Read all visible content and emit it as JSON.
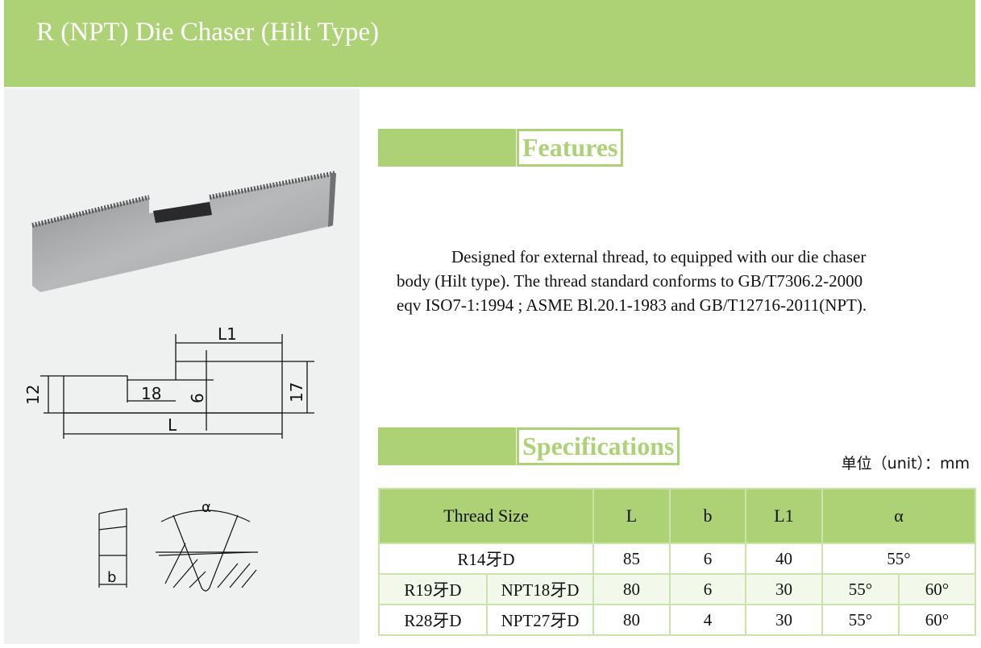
{
  "header": {
    "title": "R (NPT) Die Chaser (Hilt Type)"
  },
  "drawing": {
    "dim_L1": "L1",
    "dim_L": "L",
    "dim_12": "12",
    "dim_18": "18",
    "dim_6": "6",
    "dim_17": "17",
    "dim_b": "b",
    "dim_alpha": "α"
  },
  "features": {
    "heading": "Features",
    "lines": [
      "Designed for external thread, to equipped with our die chaser",
      "body (Hilt type). The thread standard conforms to GB/T7306.2-2000",
      "eqv ISO7-1:1994 ; ASME Bl.20.1-1983 and GB/T12716-2011(NPT)."
    ]
  },
  "specs": {
    "heading": "Specifications",
    "unit": "单位（unit）：mm",
    "columns": [
      "Thread Size",
      "L",
      "b",
      "L1",
      "α"
    ],
    "rows": [
      {
        "size": "R14牙D",
        "L": "85",
        "b": "6",
        "L1": "40",
        "alpha": "55°"
      },
      {
        "r": "R19牙D",
        "npt": "NPT18牙D",
        "L": "80",
        "b": "6",
        "L1": "30",
        "a1": "55°",
        "a2": "60°"
      },
      {
        "r": "R28牙D",
        "npt": "NPT27牙D",
        "L": "80",
        "b": "4",
        "L1": "30",
        "a1": "55°",
        "a2": "60°"
      }
    ]
  },
  "colors": {
    "accent": "#add276",
    "panel": "#eff1f0"
  }
}
